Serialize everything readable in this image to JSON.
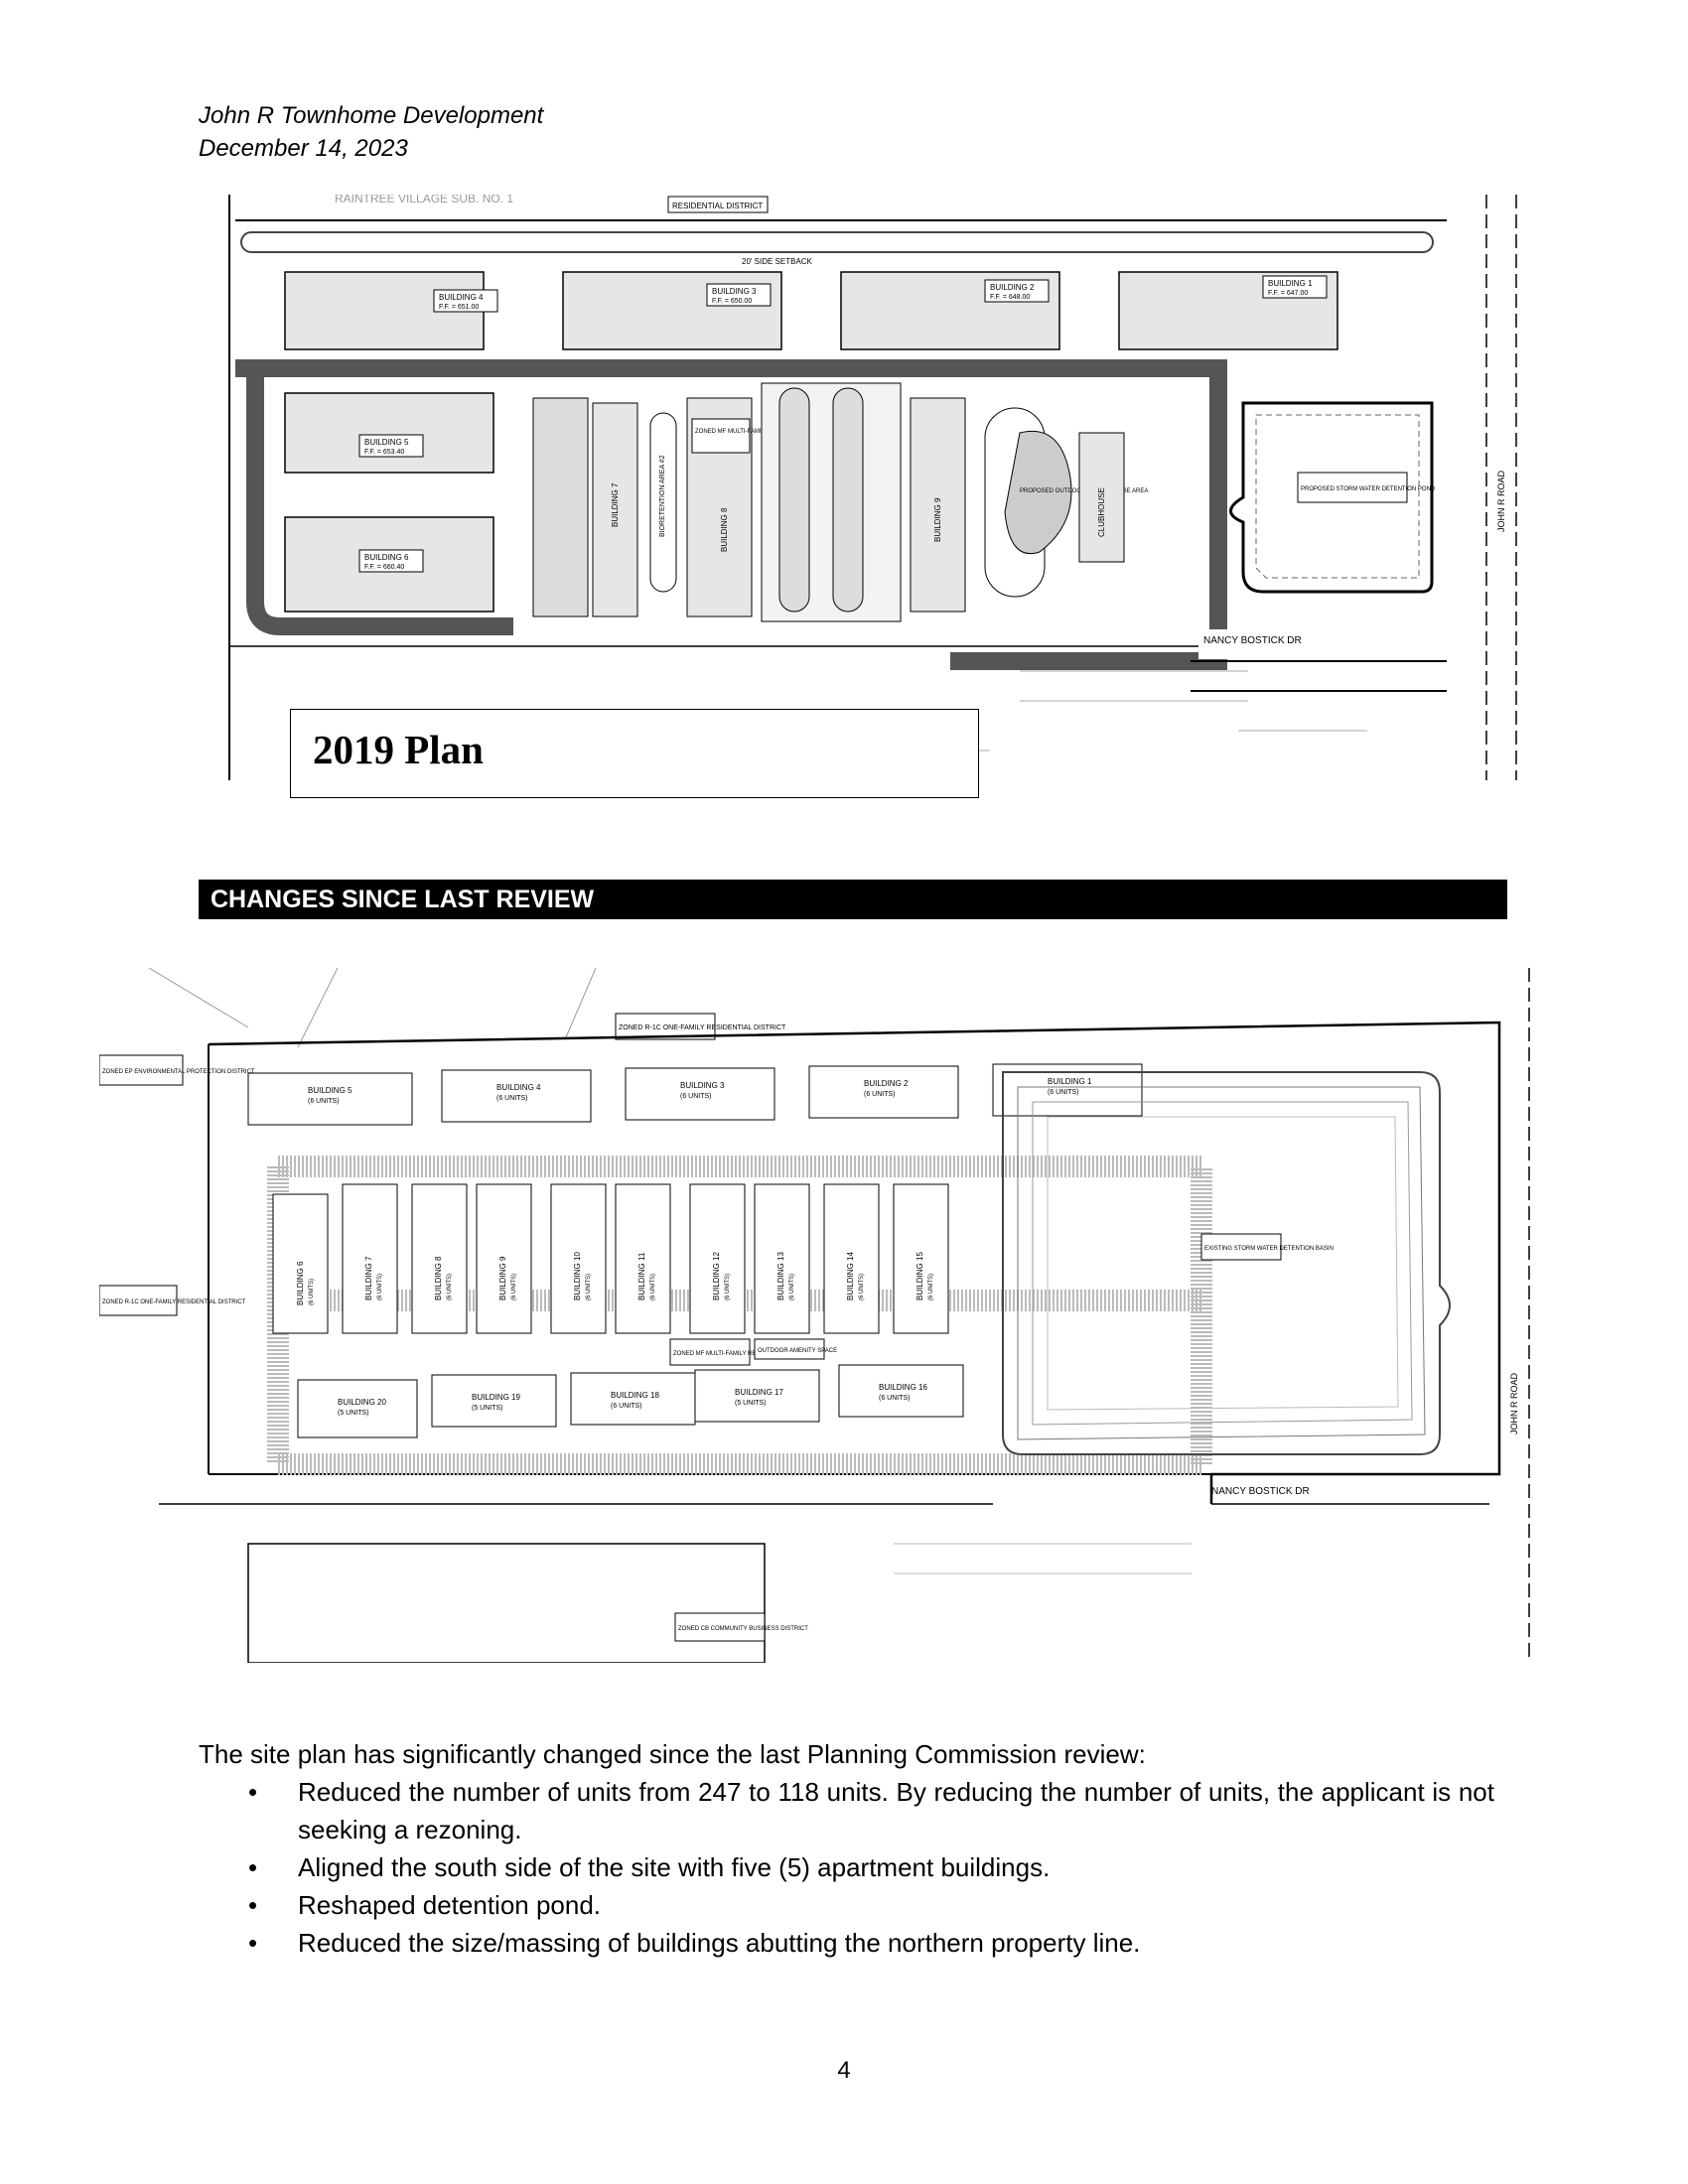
{
  "header": {
    "title": "John R Townhome Development",
    "date": "December 14, 2023"
  },
  "plan_2019": {
    "label": "2019 Plan",
    "top_street": "RAINTREE VILLAGE SUB. NO. 1",
    "district_label": "RESIDENTIAL DISTRICT",
    "setback": "20' SIDE SETBACK",
    "buildings": [
      {
        "name": "BUILDING 4",
        "ff": "F.F. = 651.00"
      },
      {
        "name": "BUILDING 3",
        "ff": "F.F. = 650.00"
      },
      {
        "name": "BUILDING 2",
        "ff": "F.F. = 648.00"
      },
      {
        "name": "BUILDING 1",
        "ff": "F.F. = 647.00"
      },
      {
        "name": "BUILDING 5",
        "ff": "F.F. = 653.40"
      },
      {
        "name": "BUILDING 6",
        "ff": "F.F. = 660.40"
      }
    ],
    "vertical_buildings": [
      "BUILDING 7",
      "BUILDING 8",
      "BUILDING 9",
      "CLUBHOUSE"
    ],
    "pond": "PROPOSED STORM WATER DETENTION POND",
    "pool": "PROPOSED OUTDOOR POOL/LOUNGE AREA",
    "zoned": "ZONED MF MULTI-FAMILY RESIDENTIAL DISTRICT",
    "bioretention": "BIORETENTION AREA #2",
    "street": "NANCY BOSTICK DR",
    "road": "JOHN R ROAD"
  },
  "section_heading": "CHANGES SINCE LAST REVIEW",
  "plan_2023": {
    "top_buildings": [
      {
        "name": "BUILDING 5",
        "units": "(6 UNITS)"
      },
      {
        "name": "BUILDING 4",
        "units": "(6 UNITS)"
      },
      {
        "name": "BUILDING 3",
        "units": "(6 UNITS)"
      },
      {
        "name": "BUILDING 2",
        "units": "(6 UNITS)"
      },
      {
        "name": "BUILDING 1",
        "units": "(6 UNITS)"
      }
    ],
    "middle_buildings": [
      {
        "name": "BUILDING 6",
        "units": "(6 UNITS)"
      },
      {
        "name": "BUILDING 7",
        "units": "(6 UNITS)"
      },
      {
        "name": "BUILDING 8",
        "units": "(6 UNITS)"
      },
      {
        "name": "BUILDING 9",
        "units": "(6 UNITS)"
      },
      {
        "name": "BUILDING 10",
        "units": "(6 UNITS)"
      },
      {
        "name": "BUILDING 11",
        "units": "(6 UNITS)"
      },
      {
        "name": "BUILDING 12",
        "units": "(6 UNITS)"
      },
      {
        "name": "BUILDING 13",
        "units": "(6 UNITS)"
      },
      {
        "name": "BUILDING 14",
        "units": "(6 UNITS)"
      },
      {
        "name": "BUILDING 15",
        "units": "(6 UNITS)"
      }
    ],
    "bottom_buildings": [
      {
        "name": "BUILDING 20",
        "units": "(5 UNITS)"
      },
      {
        "name": "BUILDING 19",
        "units": "(5 UNITS)"
      },
      {
        "name": "BUILDING 18",
        "units": "(6 UNITS)"
      },
      {
        "name": "BUILDING 17",
        "units": "(5 UNITS)"
      },
      {
        "name": "BUILDING 16",
        "units": "(6 UNITS)"
      }
    ],
    "basin": "EXISTING STORM WATER DETENTION BASIN",
    "zoned_center": "ZONED MF MULTI-FAMILY RESIDENTIAL DISTRICT",
    "zoned_top": "ZONED R-1C ONE-FAMILY RESIDENTIAL DISTRICT",
    "zoned_left": "ZONED R-1C ONE-FAMILY RESIDENTIAL DISTRICT",
    "zoned_env": "ZONED EP ENVIRONMENTAL PROTECTION DISTRICT",
    "zoned_bottom": "ZONED CB COMMUNITY BUSINESS DISTRICT",
    "amenity": "OUTDOOR AMENITY SPACE",
    "street": "NANCY BOSTICK DR",
    "road": "JOHN R ROAD"
  },
  "body": {
    "intro": "The site plan has significantly changed since the last Planning Commission review:",
    "bullets": [
      "Reduced the number of units from 247 to 118 units.  By reducing the number of units, the applicant is not seeking a rezoning.",
      "Aligned the south side of the site with five (5) apartment buildings.",
      "Reshaped detention pond.",
      "Reduced the size/massing of buildings abutting the northern property line."
    ]
  },
  "page_number": "4"
}
